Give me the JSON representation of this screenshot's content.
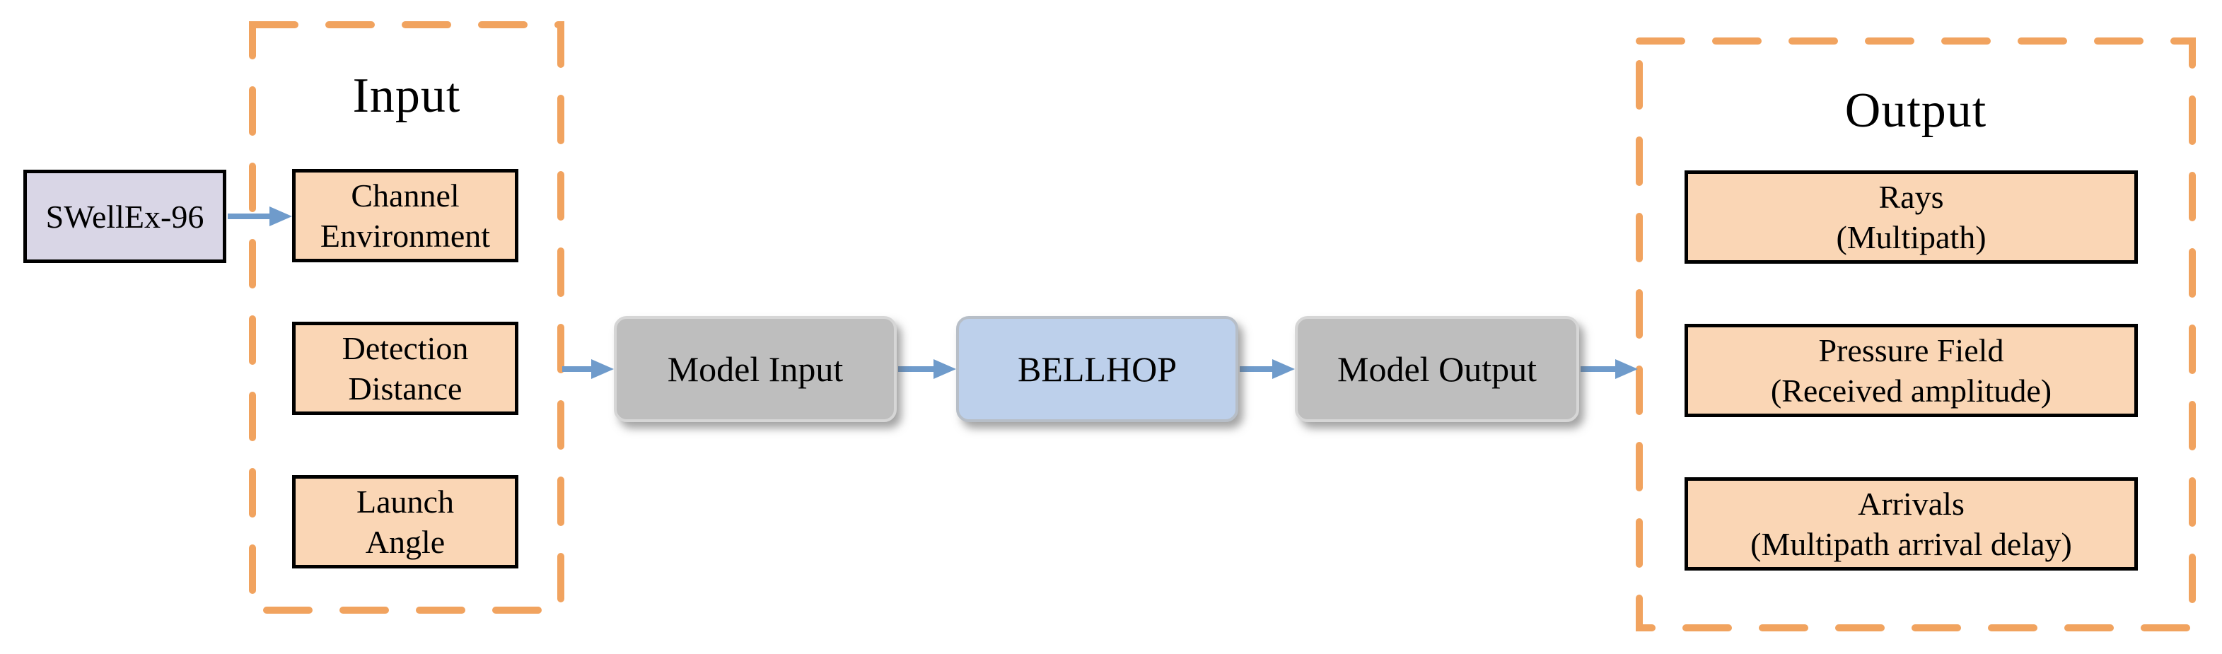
{
  "diagram": {
    "source_box": {
      "label": "SWellEx-96"
    },
    "input_group": {
      "title": "Input",
      "boxes": [
        {
          "line1": "Channel",
          "line2": "Environment"
        },
        {
          "line1": "Detection",
          "line2": "Distance"
        },
        {
          "line1": "Launch",
          "line2": "Angle"
        }
      ]
    },
    "pipeline": [
      {
        "label": "Model Input"
      },
      {
        "label": "BELLHOP"
      },
      {
        "label": "Model Output"
      }
    ],
    "output_group": {
      "title": "Output",
      "boxes": [
        {
          "line1": "Rays",
          "line2": "(Multipath)"
        },
        {
          "line1": "Pressure Field",
          "line2": "(Received amplitude)"
        },
        {
          "line1": "Arrivals",
          "line2": "(Multipath arrival delay)"
        }
      ]
    },
    "colors": {
      "dashed_border_orange": "#F1A35F",
      "box_fill_peach": "#FAD6B5",
      "box_fill_lavender": "#D9D6E6",
      "box_fill_gray": "#BEBEBE",
      "box_fill_blue": "#BDD0EB",
      "box_border_black": "#000000",
      "arrow_blue": "#6F9BCB"
    }
  }
}
